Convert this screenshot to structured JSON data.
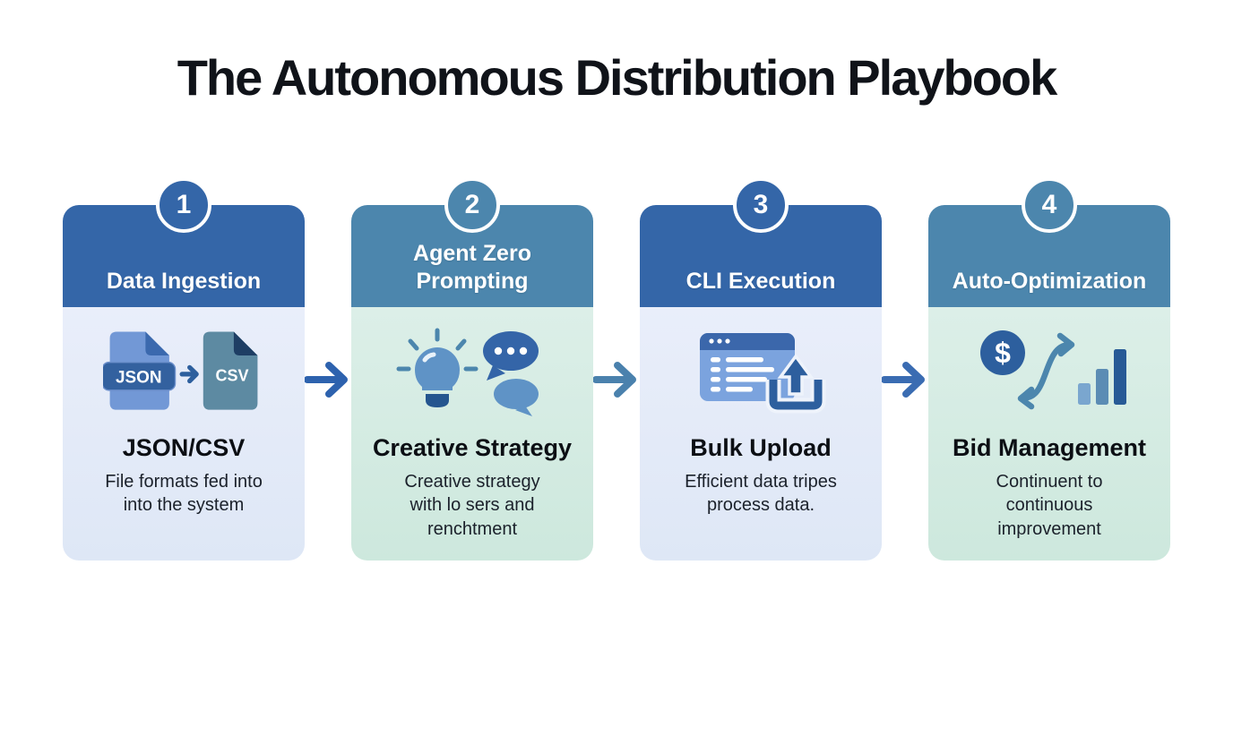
{
  "page": {
    "title": "The Autonomous Distribution Playbook"
  },
  "colors": {
    "blue_header": "#3466a8",
    "teal_header": "#4c86ad",
    "blue_body": "#e4eaf8",
    "teal_body": "#d5ece3",
    "header_text": "#ffffff",
    "title_text": "#101319"
  },
  "steps": [
    {
      "number": "1",
      "header": "Data Ingestion",
      "icon": "json-to-csv-files-icon",
      "icon_labels": {
        "json": "JSON",
        "csv": "CSV"
      },
      "title": "JSON/CSV",
      "description": "File formats fed into into the system",
      "description_lines": [
        "File formats fed into",
        "into the system"
      ]
    },
    {
      "number": "2",
      "header": "Agent Zero Prompting",
      "icon": "lightbulb-chat-bubbles-icon",
      "title": "Creative Strategy",
      "description": "Creative strategy with lo sers and renchtment",
      "description_lines": [
        "Creative strategy",
        "with lo sers and",
        "renchtment"
      ]
    },
    {
      "number": "3",
      "header": "CLI Execution",
      "icon": "window-upload-icon",
      "title": "Bulk Upload",
      "description": "Efficient data tripes process data.",
      "description_lines": [
        "Efficient data tripes",
        "process data."
      ]
    },
    {
      "number": "4",
      "header": "Auto-Optimization",
      "icon": "dollar-swap-barchart-icon",
      "title": "Bid Management",
      "description": "Continuent to continuous improvement",
      "description_lines": [
        "Continuent to",
        "continuous",
        "improvement"
      ]
    }
  ],
  "arrows": [
    {
      "name": "arrow-step1-to-step2",
      "color": "#2d62ae"
    },
    {
      "name": "arrow-step2-to-step3",
      "color": "#4a81ad"
    },
    {
      "name": "arrow-step3-to-step4",
      "color": "#3a6cb2"
    }
  ]
}
